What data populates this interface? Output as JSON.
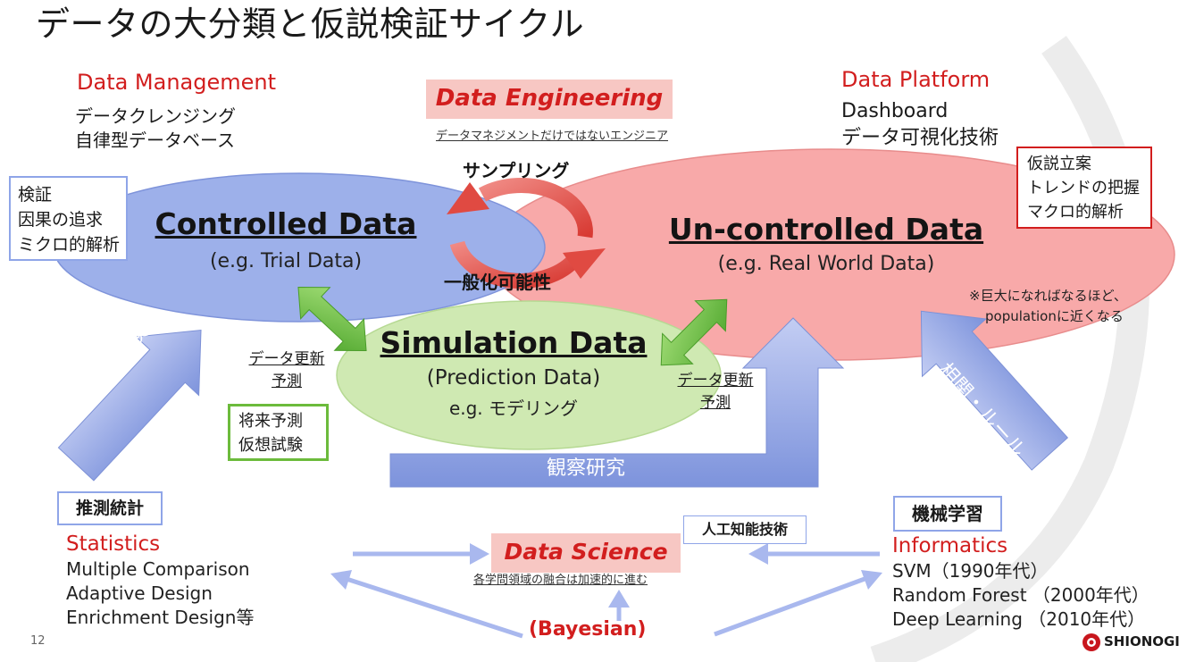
{
  "slide": {
    "title": "データの大分類と仮説検証サイクル",
    "page_number": "12",
    "logo_text": "SHIONOGI"
  },
  "top_left": {
    "heading": "Data Management",
    "lines": [
      "データクレンジング",
      "自律型データベース"
    ]
  },
  "top_center": {
    "heading": "Data Engineering",
    "subtitle": "データマネジメントだけではないエンジニア"
  },
  "top_right": {
    "heading": "Data Platform",
    "lines": [
      "Dashboard",
      "データ可視化技術"
    ]
  },
  "controlled": {
    "title": "Controlled Data",
    "subtitle": "(e.g. Trial Data)",
    "box_lines": [
      "検証",
      "因果の追求",
      "ミクロ的解析"
    ]
  },
  "uncontrolled": {
    "title": "Un-controlled Data",
    "subtitle": "(e.g. Real World Data)",
    "box_lines": [
      "仮説立案",
      "トレンドの把握",
      "マクロ的解析"
    ],
    "note_lines": [
      "※巨大になればなるほど、",
      "populationに近くなる"
    ]
  },
  "simulation": {
    "title": "Simulation Data",
    "subtitle": "(Prediction Data)",
    "example": "e.g. モデリング",
    "box_lines": [
      "将来予測",
      "仮想試験"
    ]
  },
  "cycle": {
    "top_label": "サンプリング",
    "bottom_label": "一般化可能性"
  },
  "update_left": [
    "データ更新",
    "予測"
  ],
  "update_right": [
    "データ更新",
    "予測"
  ],
  "arrows": {
    "left_label": "推定・検定",
    "right_label": "相関・ルール",
    "bottom_label": "観察研究"
  },
  "bottom_left": {
    "tag": "推測統計",
    "heading": "Statistics",
    "lines": [
      "Multiple Comparison",
      "Adaptive Design",
      "Enrichment Design等"
    ]
  },
  "bottom_center": {
    "heading": "Data Science",
    "subtitle": "各学問領域の融合は加速的に進む",
    "ai_tag": "人工知能技術",
    "bayesian": "(Bayesian)"
  },
  "bottom_right": {
    "tag": "機械学習",
    "heading": "Informatics",
    "lines": [
      "SVM（1990年代）",
      "Random Forest （2000年代）",
      "Deep Learning （2010年代）"
    ]
  },
  "colors": {
    "accent_red": "#d21e1e",
    "blue_ellipse": "#8fa5e8",
    "red_ellipse": "#f7a3a3",
    "green_ellipse": "#c7e5a6",
    "blue_arrow": "#93a6e2",
    "green_arrow": "#6fbf3a"
  }
}
